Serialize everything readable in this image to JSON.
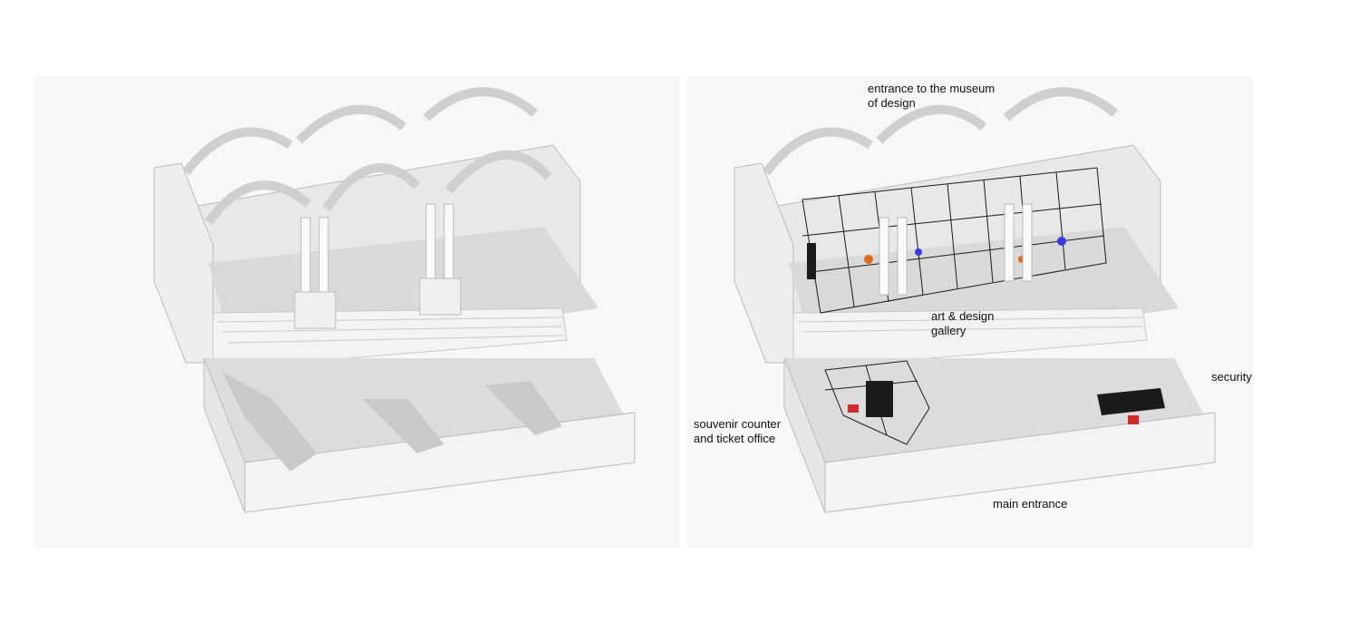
{
  "labels": {
    "museum_entrance": [
      "entrance to the museum",
      "of design"
    ],
    "gallery": [
      "art & design",
      "gallery"
    ],
    "security": [
      "security"
    ],
    "souvenir": [
      "souvenir counter",
      "and ticket office"
    ],
    "main_entrance": [
      "main entrance"
    ]
  },
  "colors": {
    "stone_light": "#f1f1f1",
    "stone_mid": "#e3e3e3",
    "stone_dark": "#cfcfcf",
    "shadow": "#c4c4c4",
    "frame": "#1a1a1a",
    "red_chair": "#d22b2b",
    "orange_object": "#e06a1e",
    "blue_object": "#3a3ae0"
  }
}
